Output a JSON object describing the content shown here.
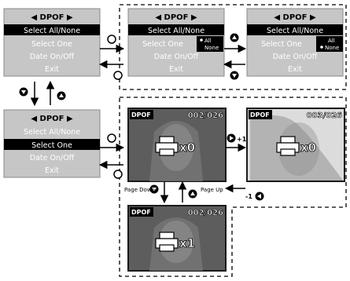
{
  "menu_title": "◀ DPOF ▶",
  "menu_items": [
    "Select All/None",
    "Select One",
    "Date On/Off",
    "Exit"
  ],
  "all_none_options": [
    "All",
    "None"
  ],
  "photo": {
    "tag": "DPOF",
    "screens": [
      {
        "counter": "002/026",
        "print_qty": "x0"
      },
      {
        "counter": "003/026",
        "print_qty": "x0"
      },
      {
        "counter": "002/026",
        "print_qty": "x1"
      }
    ]
  },
  "annotations": {
    "next_label": "+1",
    "prev_label": "-1",
    "page_down": "Page Down",
    "page_up": "Page Up"
  },
  "colors": {
    "screen_bg": "#c6c6c6",
    "highlight_bg": "#000000",
    "photo_bg": "#5d5d5d",
    "photo_frame": "#1a1a1a"
  },
  "icons": {
    "down_button": "triangle-down-in-circle",
    "up_button": "triangle-up-in-circle",
    "right_button": "triangle-right-in-circle",
    "left_button": "triangle-left-in-circle",
    "print": "printer-icon"
  }
}
